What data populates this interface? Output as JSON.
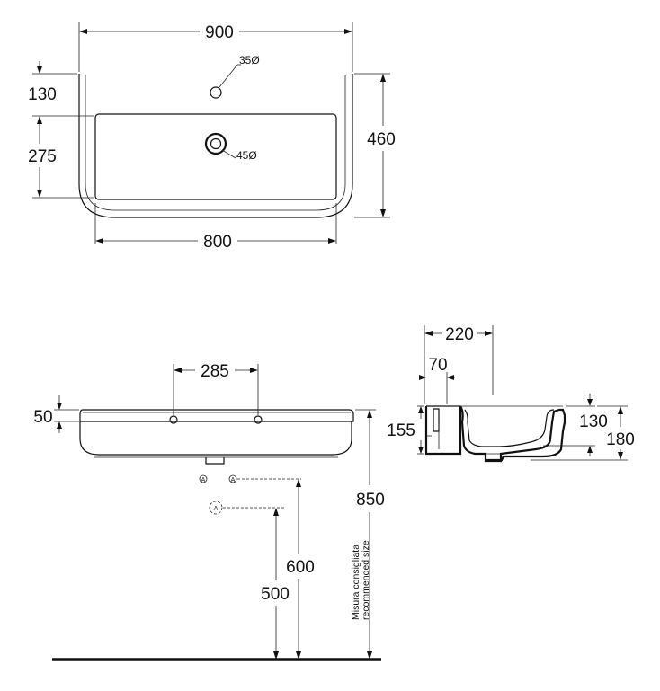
{
  "top_view": {
    "width_overall": "900",
    "width_bowl": "800",
    "depth_overall": "460",
    "tap_hole_offset": "130",
    "bowl_depth": "275",
    "tap_hole_diameter": "35Ø",
    "drain_diameter": "45Ø"
  },
  "front_view": {
    "rim_height": "50",
    "bracket_spacing": "285",
    "height_rim": "850",
    "height_supply": "600",
    "height_waste": "500",
    "note_it": "Misura consigliata",
    "note_en": "recommended size"
  },
  "side_view": {
    "depth_center": "220",
    "back_offset": "70",
    "back_height": "155",
    "bowl_height": "130",
    "total_height": "180"
  }
}
